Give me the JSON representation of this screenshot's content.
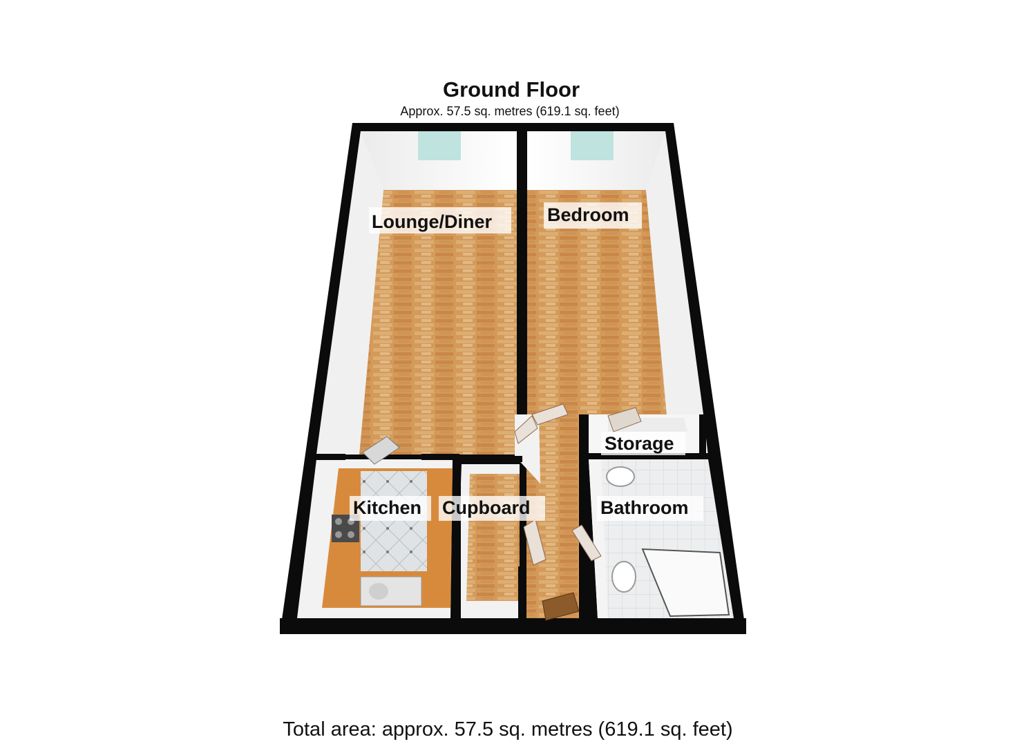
{
  "floor": {
    "name": "Ground Floor",
    "area": "Approx. 57.5 sq. metres (619.1 sq. feet)"
  },
  "rooms": {
    "lounge": "Lounge/Diner",
    "bedroom": "Bedroom",
    "storage": "Storage",
    "kitchen": "Kitchen",
    "cupboard": "Cupboard",
    "bathroom": "Bathroom"
  },
  "total_area": "Total area: approx. 57.5 sq. metres (619.1 sq. feet)",
  "colors": {
    "wall": "#0b0b0b",
    "wall_inner": "#f4f4f4",
    "wood_floor": "#d49a5a",
    "kitchen_worktop": "#d88a3c",
    "tile_floor": "#dfe3e6",
    "window": "#bfe3df"
  }
}
